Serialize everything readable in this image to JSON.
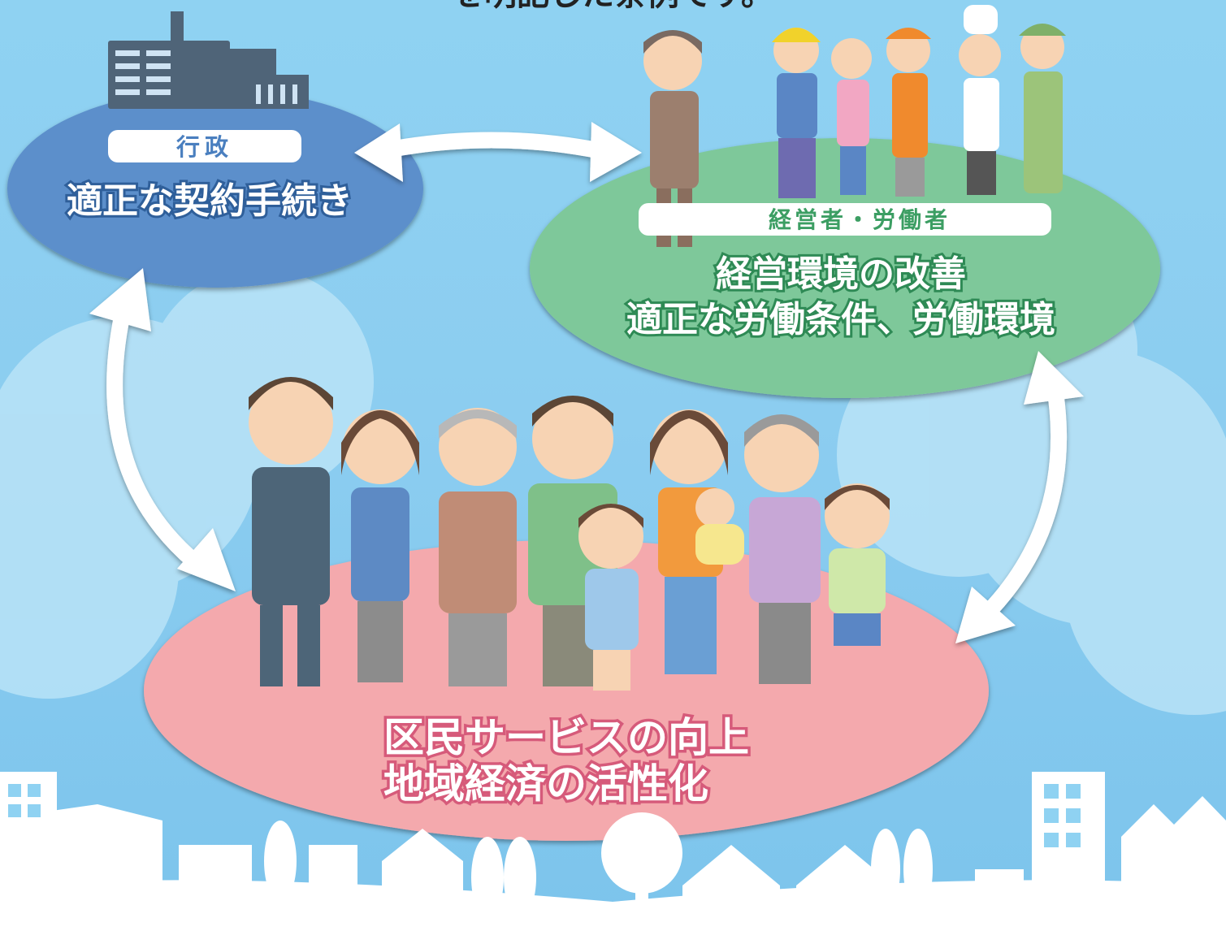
{
  "top_caption": "を明記した条例です。",
  "gov": {
    "tag": "行政",
    "text": "適正な契約手続き"
  },
  "business": {
    "tag": "経営者・労働者",
    "line1": "経営環境の改善",
    "line2": "適正な労働条件、労働環境"
  },
  "citizens": {
    "line1": "区民サービスの向上",
    "line2": "地域経済の活性化"
  },
  "colors": {
    "gov_ellipse": "#5b8fcb",
    "business_ellipse": "#7ec89a",
    "citizens_ellipse": "#f4a9ad",
    "sky": "#8fd2f2"
  }
}
